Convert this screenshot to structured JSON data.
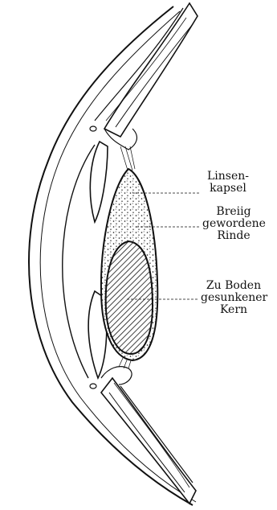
{
  "labels": {
    "capsule": {
      "line1": "Linsen-",
      "line2": "kapsel"
    },
    "cortex": {
      "line1": "Breiig",
      "line2": "gewordene",
      "line3": "Rinde"
    },
    "nucleus": {
      "line1": "Zu Boden",
      "line2": "gesunkener",
      "line3": "Kern"
    }
  },
  "colors": {
    "ink": "#111111",
    "paper": "#ffffff"
  }
}
